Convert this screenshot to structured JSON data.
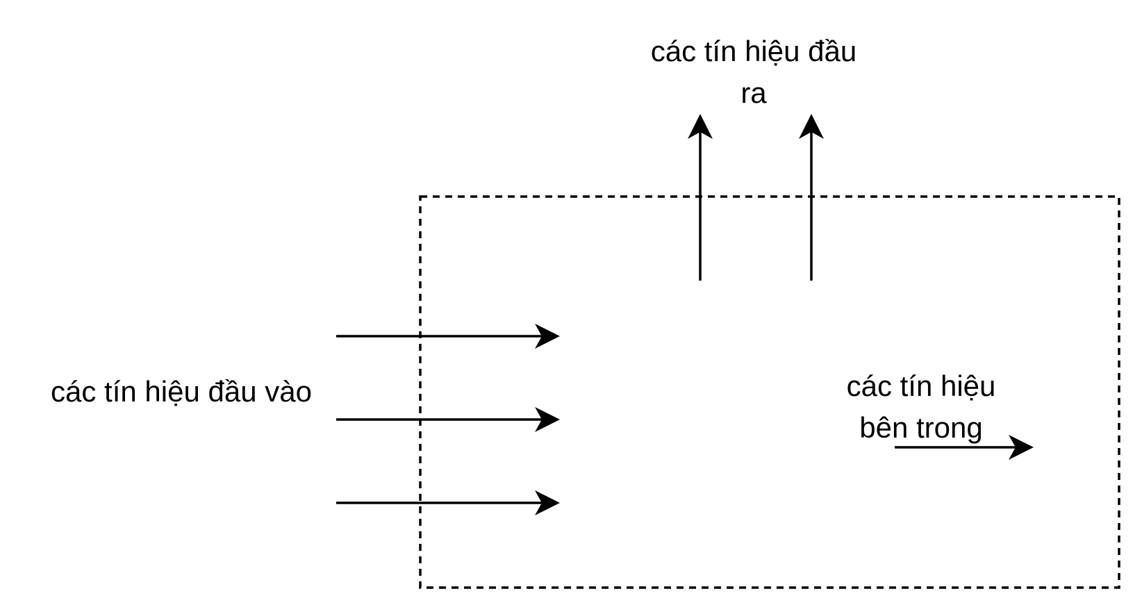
{
  "labels": {
    "output_line1": "các tín hiệu đầu",
    "output_line2": "ra",
    "input": "các tín hiệu đầu vào",
    "internal_line1": "các tín hiệu",
    "internal_line2": "bên trong"
  },
  "colors": {
    "stroke": "#000000",
    "background": "#ffffff"
  },
  "boundary": {
    "style": "dashed"
  }
}
